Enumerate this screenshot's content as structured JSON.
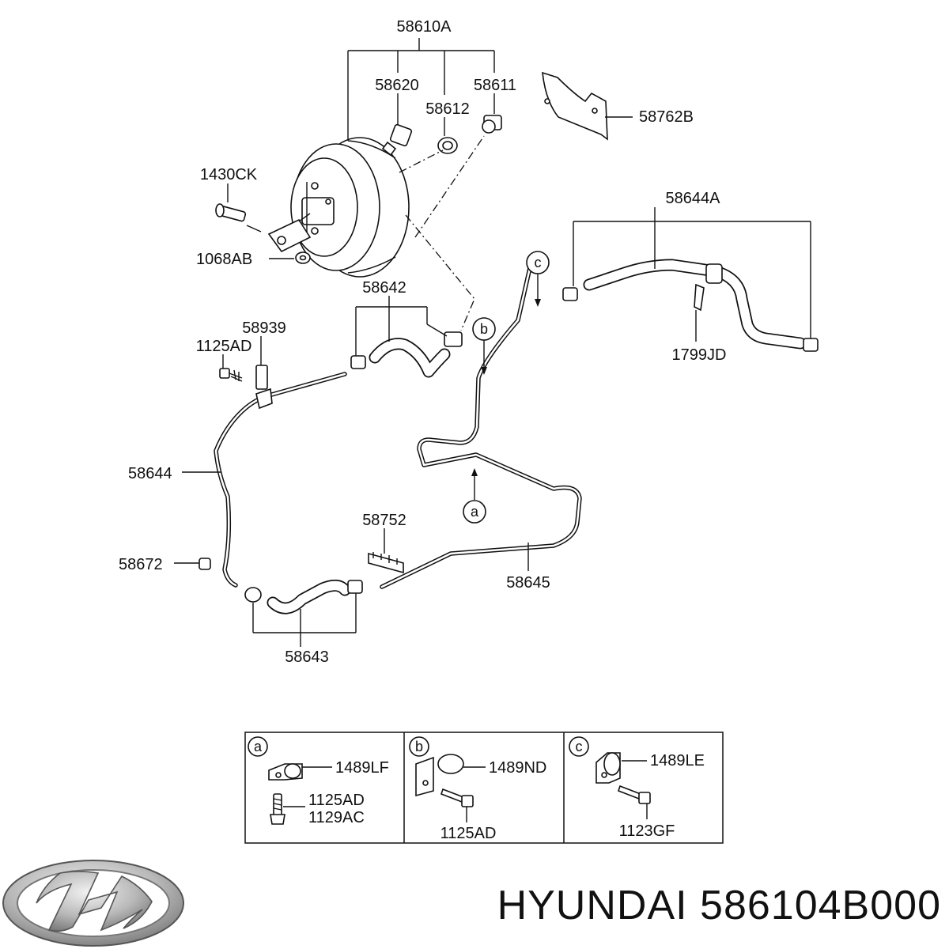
{
  "brand": {
    "text": "HYUNDAI 586104B000",
    "logo_name": "Hyundai"
  },
  "labels": {
    "p58610A": "58610A",
    "p58620": "58620",
    "p58611": "58611",
    "p58612": "58612",
    "p58762B": "58762B",
    "p1430CK": "1430CK",
    "p1068AB": "1068AB",
    "p58644A": "58644A",
    "p1799JD": "1799JD",
    "p58642": "58642",
    "p58939": "58939",
    "p1125AD": "1125AD",
    "p58644": "58644",
    "p58672": "58672",
    "p58752": "58752",
    "p58645": "58645",
    "p58643": "58643"
  },
  "callouts": {
    "a": "a",
    "b": "b",
    "c": "c"
  },
  "detail_boxes": {
    "a": {
      "circle": "a",
      "part1": "1489LF",
      "part2": "1125AD",
      "part3": "1129AC"
    },
    "b": {
      "circle": "b",
      "part1": "1489ND",
      "part2": "1125AD"
    },
    "c": {
      "circle": "c",
      "part1": "1489LE",
      "part2": "1123GF"
    }
  },
  "colors": {
    "line": "#111111",
    "background": "#ffffff",
    "logo": "#8a8a8a"
  }
}
